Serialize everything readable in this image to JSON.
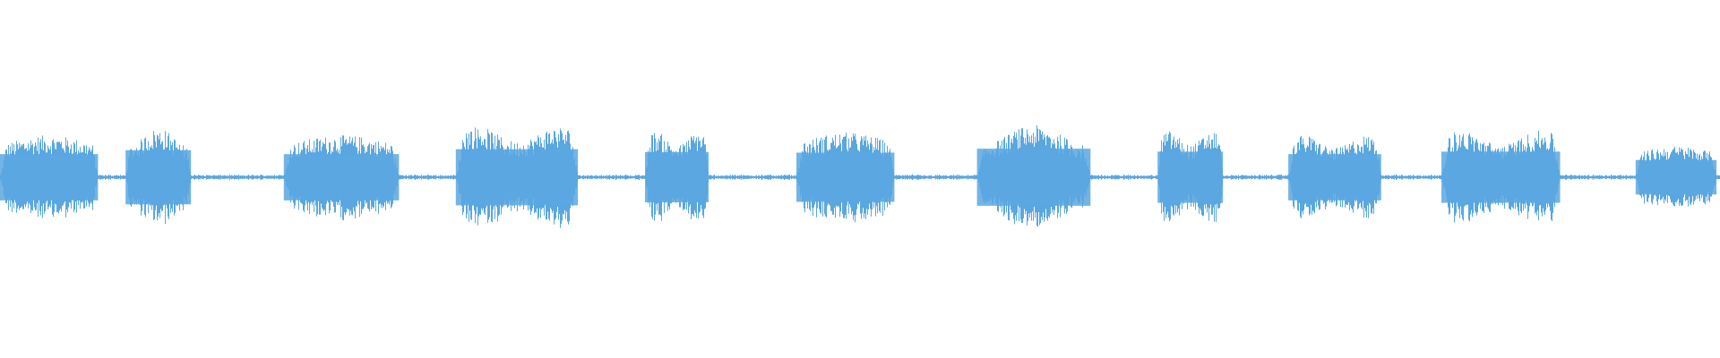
{
  "waveform": {
    "color": "#5aa7e0",
    "background": "#ffffff",
    "baseline_amplitude": 0.03,
    "segments": [
      {
        "start": 0.0,
        "end": 0.057,
        "amplitude": 0.47,
        "shape": "swell"
      },
      {
        "start": 0.073,
        "end": 0.111,
        "amplitude": 0.55,
        "shape": "peak-mid"
      },
      {
        "start": 0.165,
        "end": 0.232,
        "amplitude": 0.47,
        "shape": "swell"
      },
      {
        "start": 0.265,
        "end": 0.336,
        "amplitude": 0.57,
        "shape": "plateau"
      },
      {
        "start": 0.375,
        "end": 0.412,
        "amplitude": 0.51,
        "shape": "plateau"
      },
      {
        "start": 0.463,
        "end": 0.52,
        "amplitude": 0.5,
        "shape": "swell"
      },
      {
        "start": 0.568,
        "end": 0.634,
        "amplitude": 0.58,
        "shape": "peak-mid"
      },
      {
        "start": 0.673,
        "end": 0.711,
        "amplitude": 0.52,
        "shape": "plateau"
      },
      {
        "start": 0.749,
        "end": 0.803,
        "amplitude": 0.47,
        "shape": "plateau"
      },
      {
        "start": 0.838,
        "end": 0.907,
        "amplitude": 0.52,
        "shape": "plateau"
      },
      {
        "start": 0.951,
        "end": 0.998,
        "amplitude": 0.35,
        "shape": "swell"
      }
    ]
  }
}
